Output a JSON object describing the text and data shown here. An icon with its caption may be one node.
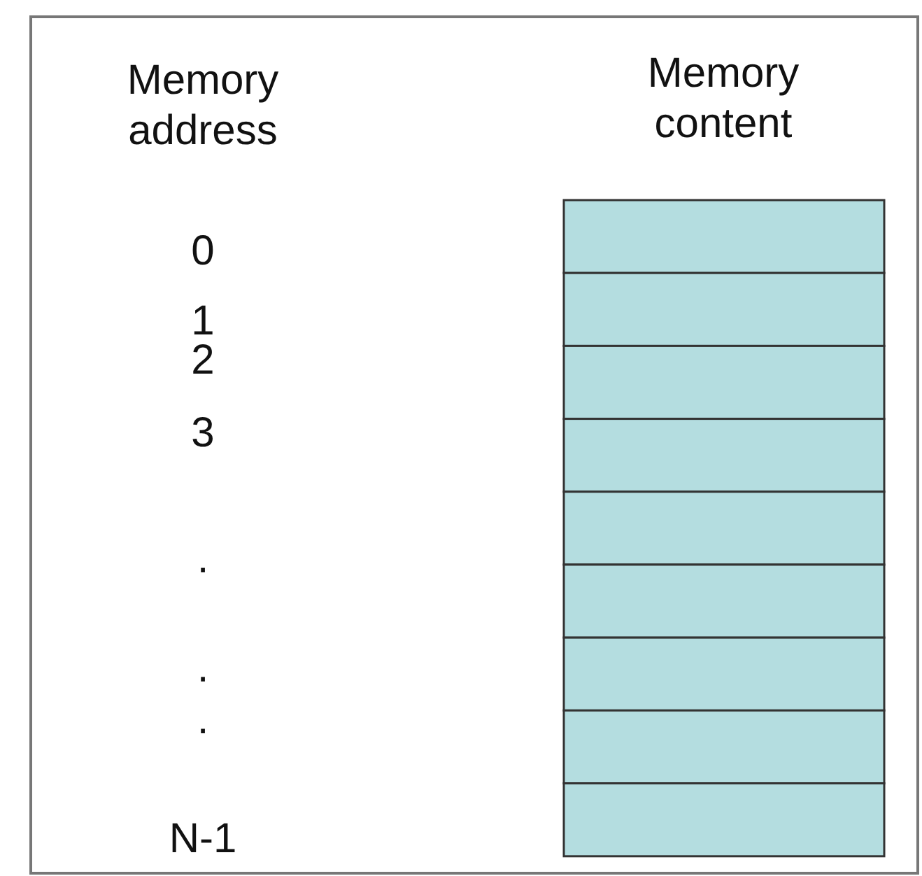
{
  "diagram": {
    "labels": [
      "Memory address",
      "Memory content",
      "0",
      "1",
      "2",
      "3",
      ".",
      ".",
      ".",
      "N-1"
    ]
  }
}
